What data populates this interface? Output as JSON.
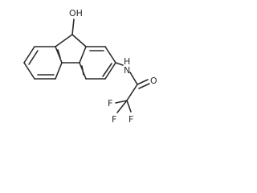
{
  "molecule": {
    "atoms": {
      "hydroxyl": "OH",
      "amide_nitrogen": "N",
      "amide_hydrogen": "H",
      "carbonyl_oxygen": "O",
      "fluorine_1": "F",
      "fluorine_2": "F",
      "fluorine_3": "F"
    }
  }
}
